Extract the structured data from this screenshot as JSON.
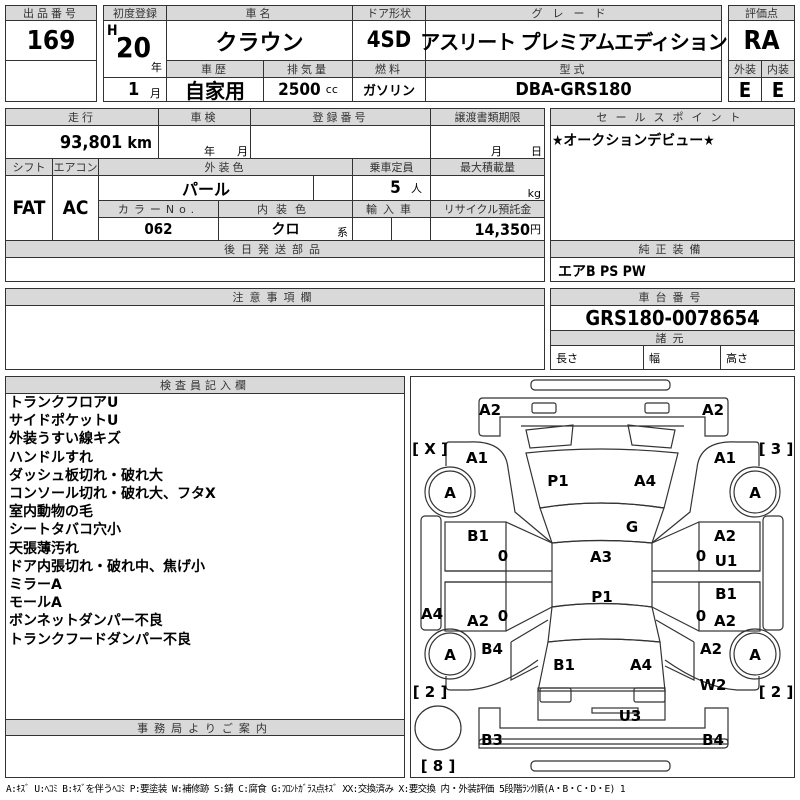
{
  "lot": {
    "label": "出品番号",
    "value": "169"
  },
  "first_reg": {
    "label": "初度登録",
    "era": "H",
    "year": "20",
    "year_unit": "年",
    "month": "1",
    "month_unit": "月"
  },
  "car_name": {
    "label": "車名",
    "value": "クラウン"
  },
  "door": {
    "label": "ドア形状",
    "value": "4SD"
  },
  "grade": {
    "label": "グレード",
    "value": "アスリート プレミアムエディション"
  },
  "history": {
    "label": "車歴",
    "value": "自家用"
  },
  "displacement": {
    "label": "排気量",
    "value": "2500",
    "unit": "cc"
  },
  "fuel": {
    "label": "燃料",
    "value": "ガソリン"
  },
  "model": {
    "label": "型式",
    "value": "DBA-GRS180"
  },
  "score": {
    "label": "評価点",
    "value": "RA",
    "ext_label": "外装",
    "int_label": "内装",
    "ext": "E",
    "int": "E"
  },
  "mileage": {
    "label": "走行",
    "value": "93,801",
    "unit": "km"
  },
  "inspection": {
    "label": "車検",
    "year_unit": "年",
    "month_unit": "月"
  },
  "reg_no": {
    "label": "登録番号"
  },
  "transfer": {
    "label": "譲渡書類期限",
    "month_unit": "月",
    "day_unit": "日"
  },
  "shift": {
    "label": "シフト",
    "value": "FAT"
  },
  "ac": {
    "label": "エアコン",
    "value": "AC"
  },
  "ext_color": {
    "label": "外装色",
    "value": "パール"
  },
  "capacity": {
    "label": "乗車定員",
    "value": "5",
    "unit": "人"
  },
  "max_load": {
    "label": "最大積載量",
    "unit": "kg"
  },
  "color_no": {
    "label": "カラーNo.",
    "value": "062"
  },
  "int_color": {
    "label": "内装色",
    "value": "クロ",
    "unit": "系"
  },
  "import": {
    "label": "輸入車"
  },
  "recycle": {
    "label": "リサイクル預託金",
    "value": "14,350",
    "unit": "円"
  },
  "later_parts": {
    "label": "後日発送部品"
  },
  "sales_point": {
    "label": "セールスポイント",
    "value": "★オークションデビュー★"
  },
  "equipment": {
    "label": "純正装備",
    "value": "エアB PS PW"
  },
  "notes": {
    "label": "注意事項欄"
  },
  "chassis": {
    "label": "車台番号",
    "value": "GRS180-0078654"
  },
  "specs": {
    "label": "諸元",
    "length": "長さ",
    "width": "幅",
    "height": "高さ"
  },
  "inspector": {
    "label": "検査員記入欄",
    "items": [
      "トランクフロアU",
      "サイドポケットU",
      "外装うすい線キズ",
      "ハンドルすれ",
      "ダッシュ板切れ・破れ大",
      "コンソール切れ・破れ大、フタX",
      "室内動物の毛",
      "シートタバコ穴小",
      "天張薄汚れ",
      "ドア内張切れ・破れ中、焦げ小",
      "ミラーA",
      "モールA",
      "ボンネットダンパー不良",
      "トランクフードダンパー不良"
    ]
  },
  "office": {
    "label": "事務局よりご案内"
  },
  "diagram": {
    "marks": [
      "A2",
      "A2",
      "A1",
      "A1",
      "P1",
      "A4",
      "G",
      "B1",
      "A3",
      "A2",
      "U1",
      "P1",
      "B1",
      "A4",
      "A2",
      "A2",
      "B4",
      "A2",
      "B1",
      "A4",
      "W2",
      "U3",
      "B3",
      "B4"
    ],
    "wheels": [
      "A",
      "A",
      "A",
      "A"
    ],
    "glass": [
      "[ X ]",
      "[ 3 ]",
      "[ 2 ]",
      "[ 2 ]",
      "[ 8 ]"
    ],
    "pillars": [
      "0",
      "0",
      "0",
      "0"
    ]
  },
  "legend": "A:ｷｽﾞ U:ﾍｺﾐ B:ｷｽﾞを伴うﾍｺﾐ P:要塗装 W:補修跡 S:錆 C:腐食 G:ﾌﾛﾝﾄｶﾞﾗｽ点ｷｽﾞ XX:交換済み X:要交換 内・外装評価 5段階ﾗﾝｸ順(A・B・C・D・E) 1"
}
